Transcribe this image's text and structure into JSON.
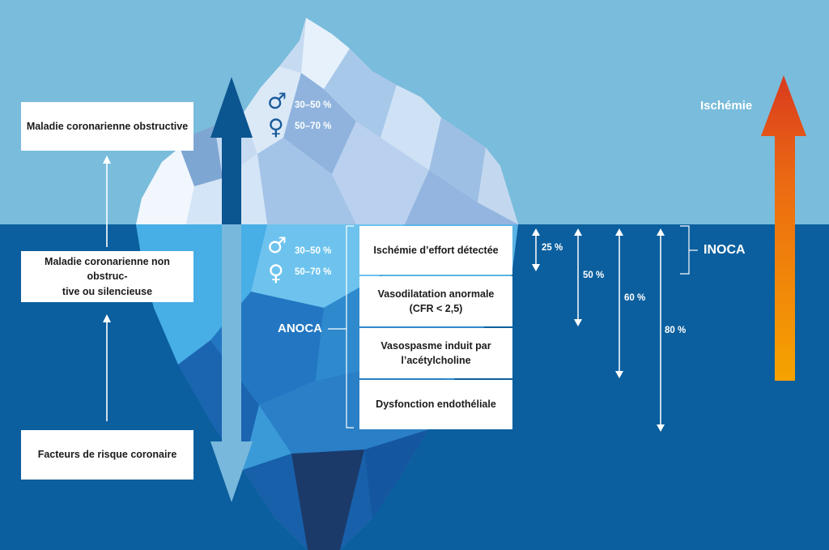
{
  "left_column": {
    "top_box": "Maladie coronarienne obstructive",
    "middle_box": "Maladie coronarienne non obstruc-\ntive ou silencieuse",
    "bottom_box": "Facteurs de risque coronaire"
  },
  "iceberg_above": {
    "male_pct": "30–50 %",
    "female_pct": "50–70 %"
  },
  "iceberg_below": {
    "male_pct": "30–50 %",
    "female_pct": "50–70 %"
  },
  "anoca_label": "ANOCA",
  "anoca_boxes": [
    "Ischémie d’effort détectée",
    "Vasodilatation anormale\n(CFR < 2,5)",
    "Vasospasme induit par\nl’acétylcholine",
    "Dysfonction endothéliale"
  ],
  "percentages": [
    "25 %",
    "50 %",
    "60 %",
    "80 %"
  ],
  "inoca_label": "INOCA",
  "ischemia_label": "Ischémie",
  "colors": {
    "sky": "#79bcdb",
    "sea": "#0b5f9e",
    "dark_arrow": "#0b5590",
    "light_arrow": "#78b8dc",
    "heat_top": "#d93a1f",
    "heat_bottom": "#f5a300"
  }
}
